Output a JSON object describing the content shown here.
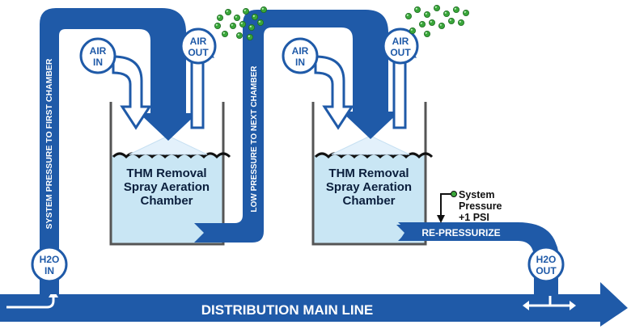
{
  "colors": {
    "pipe_blue": "#1f5aa8",
    "water": "#c9e6f4",
    "chamber_border": "#555555",
    "bubble_green": "#3aa63a",
    "white": "#ffffff"
  },
  "pipes": {
    "main_line_label": "DISTRIBUTION MAIN LINE",
    "riser_label": "SYSTEM PRESSURE TO FIRST CHAMBER",
    "transfer_label": "LOW PRESSURE TO NEXT CHAMBER",
    "repressurize_label": "RE-PRESSURIZE"
  },
  "badges": {
    "h2o_in": [
      "H2O",
      "IN"
    ],
    "h2o_out": [
      "H2O",
      "OUT"
    ],
    "air_in": [
      "AIR",
      "IN"
    ],
    "air_out": [
      "AIR",
      "OUT"
    ]
  },
  "chambers": [
    {
      "lines": [
        "THM Removal",
        "Spray Aeration",
        "Chamber"
      ]
    },
    {
      "lines": [
        "THM Removal",
        "Spray Aeration",
        "Chamber"
      ]
    }
  ],
  "pressure_note": {
    "lines": [
      "System",
      "Pressure",
      "+1 PSI"
    ]
  }
}
